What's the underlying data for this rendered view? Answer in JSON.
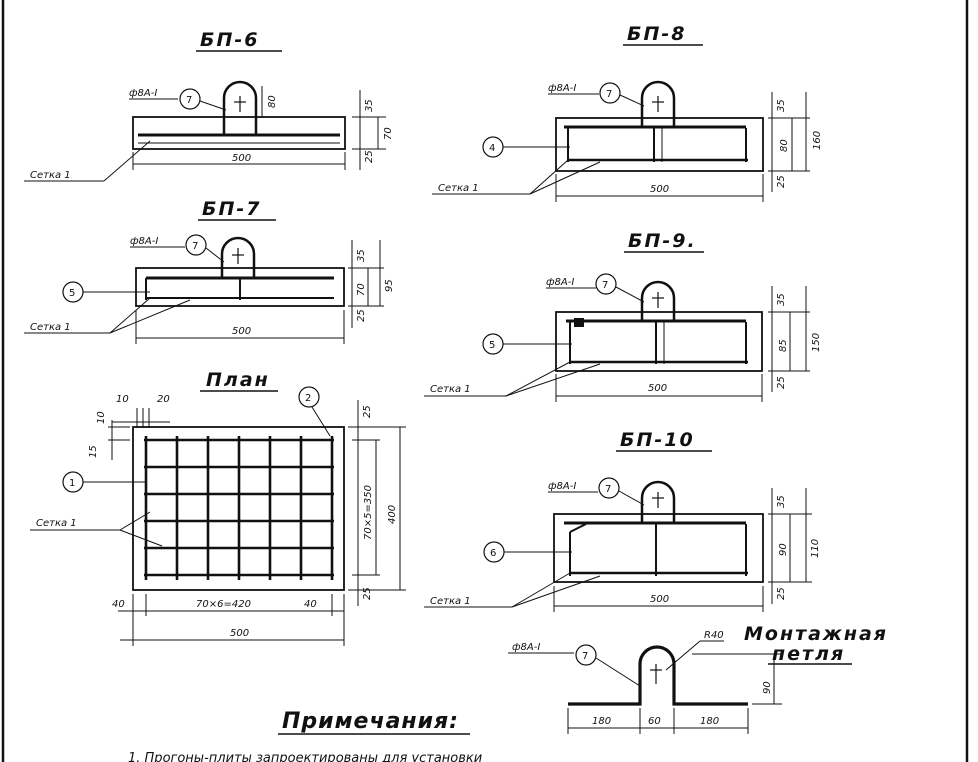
{
  "drawings": {
    "bp6": {
      "title": "БП-6",
      "rebar": "ф8А-I",
      "mark": "7",
      "mesh": "Сетка 1",
      "dims": {
        "width": "500",
        "loop": "80",
        "top": "35",
        "thick": "70",
        "bot": "25"
      }
    },
    "bp7": {
      "title": "БП-7",
      "rebar": "ф8А-I",
      "mark": "7",
      "mark2": "5",
      "mesh": "Сетка 1",
      "dims": {
        "width": "500",
        "top": "35",
        "mid": "70",
        "total": "95",
        "bot": "25"
      }
    },
    "bp8": {
      "title": "БП-8",
      "rebar": "ф8А-I",
      "mark": "7",
      "mark2": "4",
      "mesh": "Сетка 1",
      "dims": {
        "width": "500",
        "top": "35",
        "mid": "80",
        "total": "160",
        "bot": "25"
      }
    },
    "bp9": {
      "title": "БП-9.",
      "rebar": "ф8А-I",
      "mark": "7",
      "mark2": "5",
      "mesh": "Сетка 1",
      "dims": {
        "width": "500",
        "top": "35",
        "mid": "85",
        "total": "150",
        "bot": "25"
      }
    },
    "bp10": {
      "title": "БП-10",
      "rebar": "ф8А-I",
      "mark": "7",
      "mark2": "6",
      "mesh": "Сетка 1",
      "dims": {
        "width": "500",
        "top": "35",
        "mid": "90",
        "total": "110",
        "bot": "25"
      }
    },
    "plan": {
      "title": "План",
      "mark": "1",
      "mark2": "2",
      "mesh": "Сетка 1",
      "dims": {
        "top1": "10",
        "top2": "20",
        "left1": "10",
        "left2": "15",
        "right_top": "25",
        "right_span": "70×5=350",
        "right_total": "400",
        "right_bot": "25",
        "bot_left": "40",
        "bot_span": "70×6=420",
        "bot_right": "40",
        "bot_total": "500"
      }
    },
    "loop": {
      "title1": "Монтажная",
      "title2": "петля",
      "rebar": "ф8А-I",
      "mark": "7",
      "radius": "R40",
      "dims": {
        "height": "90",
        "left": "180",
        "mid": "60",
        "right": "180"
      }
    }
  },
  "notes": {
    "heading": "Примечания:",
    "line1": "1. Прогоны-плиты запроектированы для установки"
  }
}
